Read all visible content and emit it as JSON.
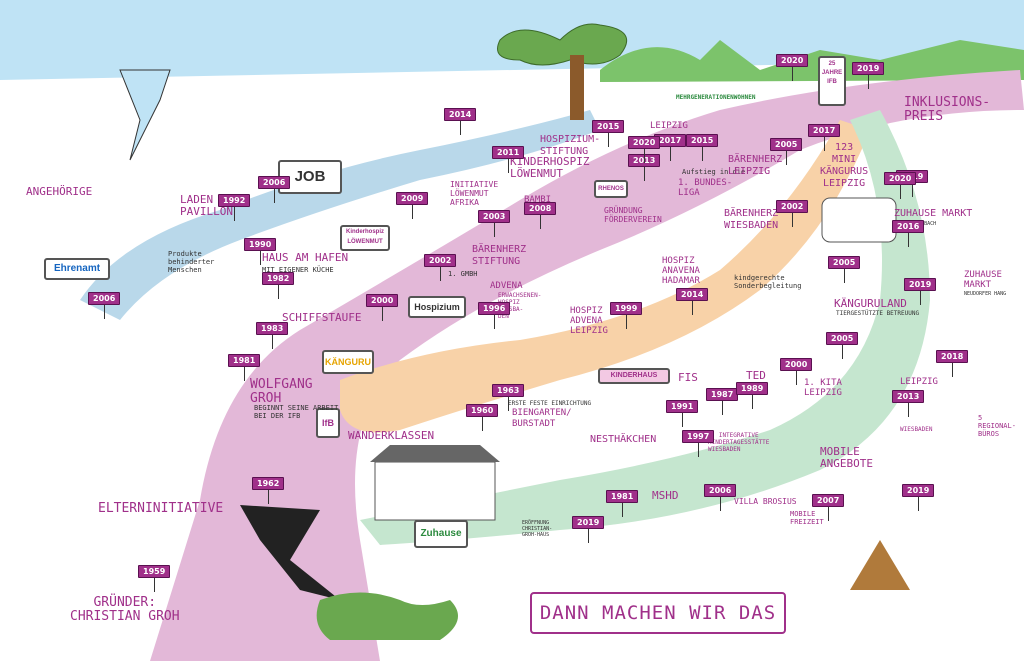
{
  "colors": {
    "sky": "#bfe3f5",
    "pink_path": "#e3b8d8",
    "blue_path": "#b9d8ea",
    "orange_path": "#f8d2a8",
    "green_path": "#c5e6cf",
    "accent": "#a0308a"
  },
  "signs": {
    "job": "JOB",
    "ehrenamt": "Ehrenamt",
    "hospizium": "Hospizium",
    "kanguru": "KÄNGURU",
    "zuhause": "Zuhause",
    "kinderhospiz": "Kinderhospiz LÖWENMUT",
    "kinderhaus": "KINDERHAUS",
    "mehrgenerationen": "MEHRGENERATIONENWOHNEN",
    "rhenos": "RHENOS",
    "ifb": "IfB"
  },
  "labels": {
    "angehoerige": "ANGEHÖRIGE",
    "laden_pavillon": "LADEN\nPAVILLON",
    "produkte": "Produkte\nbehinderter\nMenschen",
    "haus_am_hafen": "HAUS AM HAFEN",
    "eigene_kueche": "MIT EIGENER KÜCHE",
    "schiffstaufe": "SCHIFFSTAUFE",
    "wolfgang": "WOLFGANG\nGROH",
    "wolfgang_sub": "BEGINNT SEINE ARBEIT\nBEI DER IFB",
    "elterninitiative": "ELTERNINITIATIVE",
    "gruender": "GRÜNDER:\nCHRISTIAN GROH",
    "wanderklassen": "WANDERKLASSEN",
    "initiative": "INITIATIVE\nLÖWENMUT\nAFRIKA",
    "kinderhospiz_lbl": "KINDERHOSPIZ\nLÖWENMUT",
    "hospizium_stiftung": "HOSPIZIUM-\nSTIFTUNG",
    "barenherz_stiftung": "BÄRENHERZ\nSTIFTUNG",
    "ggmbh": "1. GMBH",
    "bambi": "BAMBI",
    "foerderverein": "GRÜNDUNG\nFÖRDERVEREIN",
    "aufstieg": "Aufstieg in die",
    "bundesliga": "1. BUNDES-\nLIGA",
    "leipzig_top": "LEIPZIG",
    "barenherz_leipzig": "BÄRENHERZ\nLEIPZIG",
    "barenherz_wiesbaden": "BÄRENHERZ\nWIESBADEN",
    "kindgerechte": "kindgerechte\nSonderbegleitung",
    "minikanguru": "123\nMINI\nKÄNGURUS\nLEIPZIG",
    "inklusionspreis": "INKLUSIONS-\nPREIS",
    "zuhause_markt": "ZUHAUSE MARKT",
    "zuhause_markt_sub": "BAD SCHWALBACH",
    "zuhause_markt2": "ZUHAUSE\nMARKT",
    "zuhause_markt2_sub": "NEUDORFER HANG",
    "kaenguruland": "KÄNGURULAND",
    "tiergestuetzte": "TIERGESTÜTZTE BETREUUNG",
    "adavena": "ADVENA",
    "adavena_sub": "ERWACHSENEN-\nHOSPIZ\nWIESBA-\nDEN",
    "hospiz_leipzig": "HOSPIZ\nADVENA\nLEIPZIG",
    "hospiz_hadamar": "HOSPIZ\nANAVENA\nHADAMAR",
    "erste_feste": "ERSTE FESTE EINRICHTUNG",
    "biengarten": "BIENGARTEN/\nBURSTADT",
    "nesthaekchen": "NESTHÄKCHEN",
    "fis": "FIS",
    "ted": "TED",
    "kita_leipzig": "1. KITA\nLEIPZIG",
    "integrative": "1. INTEGRATIVE\nKINDERTAGESSTÄTTE\nWIESBADEN",
    "leipzig_right": "LEIPZIG",
    "wiesbaden_right": "WIESBADEN",
    "regional": "5 REGIONAL-\nBÜROS",
    "mobile_angebote": "MOBILE\nANGEBOTE",
    "mshd": "MSHD",
    "villa": "VILLA BROSIUS",
    "mobile_freizeit": "MOBILE\nFREIZEIT",
    "eroeffnung": "ERÖFFNUNG\nCHRISTIAN-\nGROH-HAUS",
    "ifb_25": "25 JAHRE\nIFB"
  },
  "banner": "DANN MACHEN WIR DAS",
  "years": {
    "y1959": "1959",
    "y1962": "1962",
    "y1981": "1981",
    "y1982": "1982",
    "y1983": "1983",
    "y1990": "1990",
    "y1992": "1992",
    "y1996": "1996",
    "y1999": "1999",
    "y1960": "1960",
    "y1963": "1963",
    "y1987": "1987",
    "y1989": "1989",
    "y1991": "1991",
    "y1981b": "1981",
    "y1997": "1997",
    "y2000": "2000",
    "y2000b": "2000",
    "y2002": "2002",
    "y2002b": "2002",
    "y2003": "2003",
    "y2005": "2005",
    "y2005b": "2005",
    "y2005c": "2005",
    "y2006": "2006",
    "y2006b": "2006",
    "y2006c": "2006",
    "y2007": "2007",
    "y2008": "2008",
    "y2009": "2009",
    "y2011": "2011",
    "y2013": "2013",
    "y2013b": "2013",
    "y2014": "2014",
    "y2014b": "2014",
    "y2015": "2015",
    "y2015b": "2015",
    "y2016": "2016",
    "y2017": "2017",
    "y2017b": "2017",
    "y2018": "2018",
    "y2019": "2019",
    "y2019b": "2019",
    "y2019c": "2019",
    "y2019d": "2019",
    "y2019e": "2019",
    "y2020": "2020",
    "y2020b": "2020",
    "y2020c": "2020"
  }
}
